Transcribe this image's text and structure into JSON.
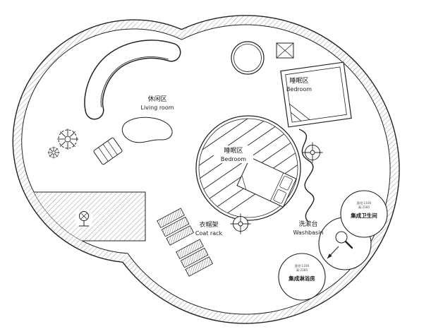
{
  "document": {
    "type": "residential-floor-plan"
  },
  "labels": {
    "living": {
      "zh": "休闲区",
      "en": "Living room"
    },
    "bedroom_upper": {
      "zh": "睡眠区",
      "en": "Bedroom"
    },
    "bedroom_core": {
      "zh": "睡眠区",
      "en": "Bedroom"
    },
    "coat_rack": {
      "zh": "衣帽架",
      "en": "Coat rack"
    },
    "washbasin": {
      "zh": "洗漱台",
      "en": "Washbasin"
    },
    "bathroom_pod": {
      "name": "集成卫生间",
      "dim1": "直径:1100",
      "dim2": "高:2185"
    },
    "shower_pod": {
      "name": "集成淋浴房",
      "dim1": "直径:1100",
      "dim2": "高:2185"
    }
  },
  "colors": {
    "ink": "#222222",
    "hatch": "#9a9a9a",
    "background": "#ffffff"
  }
}
